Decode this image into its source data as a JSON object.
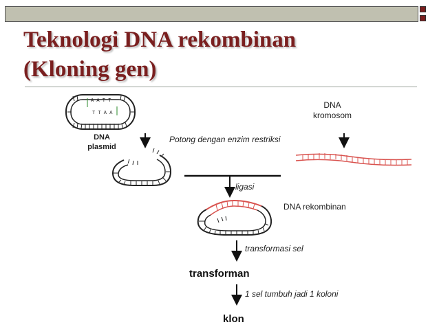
{
  "title": {
    "line1": "Teknologi DNA rekombinan",
    "line2": "(Kloning gen)"
  },
  "diagram": {
    "plasmid_label_1": "DNA",
    "plasmid_label_2": "plasmid",
    "chromosome_label_1": "DNA",
    "chromosome_label_2": "kromosom",
    "seq_top": "A A T T",
    "seq_bottom": "T T A A",
    "step_cut": "Potong dengan enzim restriksi",
    "step_ligation": "ligasi",
    "recombinant_label": "DNA rekombinan",
    "step_transformation": "transformasi sel",
    "result_transformant": "transforman",
    "step_growth": "1 sel tumbuh jadi 1 koloni",
    "result_clone": "klon"
  },
  "colors": {
    "accent": "#7a1f1f",
    "bar": "#c0c0b0",
    "recombinant_dna": "#d9534f"
  }
}
